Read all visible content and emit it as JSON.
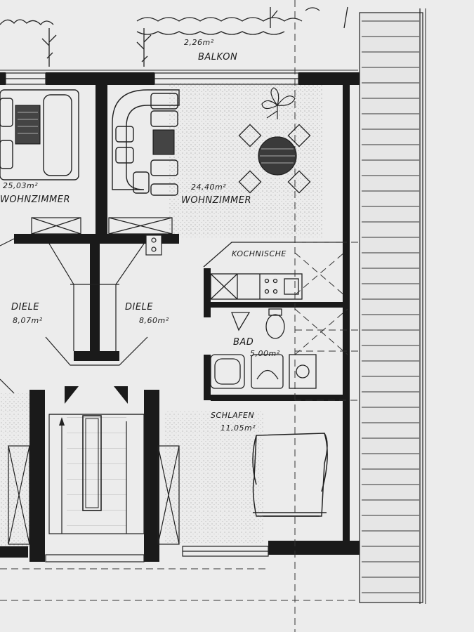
{
  "plan": {
    "rooms": [
      {
        "id": "balkon",
        "name": "BALKON",
        "area": "2,26m²"
      },
      {
        "id": "wohnzimmer-left",
        "name": "WOHNZIMMER",
        "area": "25,03m²"
      },
      {
        "id": "wohnzimmer-right",
        "name": "WOHNZIMMER",
        "area": "24,40m²"
      },
      {
        "id": "kochnische",
        "name": "KOCHNISCHE",
        "area": ""
      },
      {
        "id": "diele-left",
        "name": "DIELE",
        "area": "8,07m²"
      },
      {
        "id": "diele-right",
        "name": "DIELE",
        "area": "8,60m²"
      },
      {
        "id": "bad",
        "name": "BAD",
        "area": "5,00m²"
      },
      {
        "id": "schlafen",
        "name": "SCHLAFEN",
        "area": "11,05m²"
      }
    ]
  },
  "colors": {
    "paper": "#ececec",
    "ink": "#1c1c1c",
    "wall": "#1a1a1a",
    "hatch": "#555555"
  }
}
